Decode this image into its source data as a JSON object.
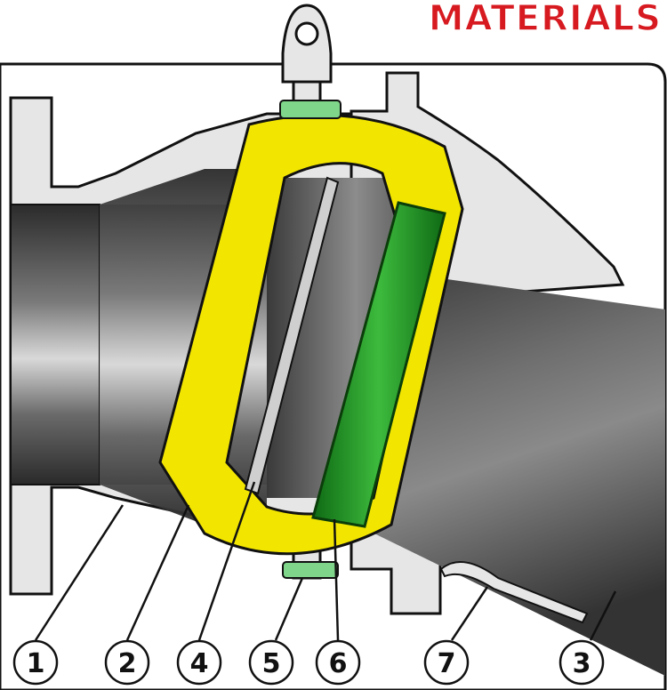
{
  "header": {
    "title": "MATERIALS"
  },
  "callouts": [
    {
      "id": "1",
      "label": "1"
    },
    {
      "id": "2",
      "label": "2"
    },
    {
      "id": "4",
      "label": "4"
    },
    {
      "id": "5",
      "label": "5"
    },
    {
      "id": "6",
      "label": "6"
    },
    {
      "id": "7",
      "label": "7"
    },
    {
      "id": "3",
      "label": "3"
    }
  ],
  "colors": {
    "title": "#d71920",
    "housing": "#e6e6e6",
    "pipe": "#555555",
    "seat": "#f2e600",
    "seal_ring": "#1e8f1e",
    "gasket": "#7fd68a",
    "outline": "#111111"
  }
}
